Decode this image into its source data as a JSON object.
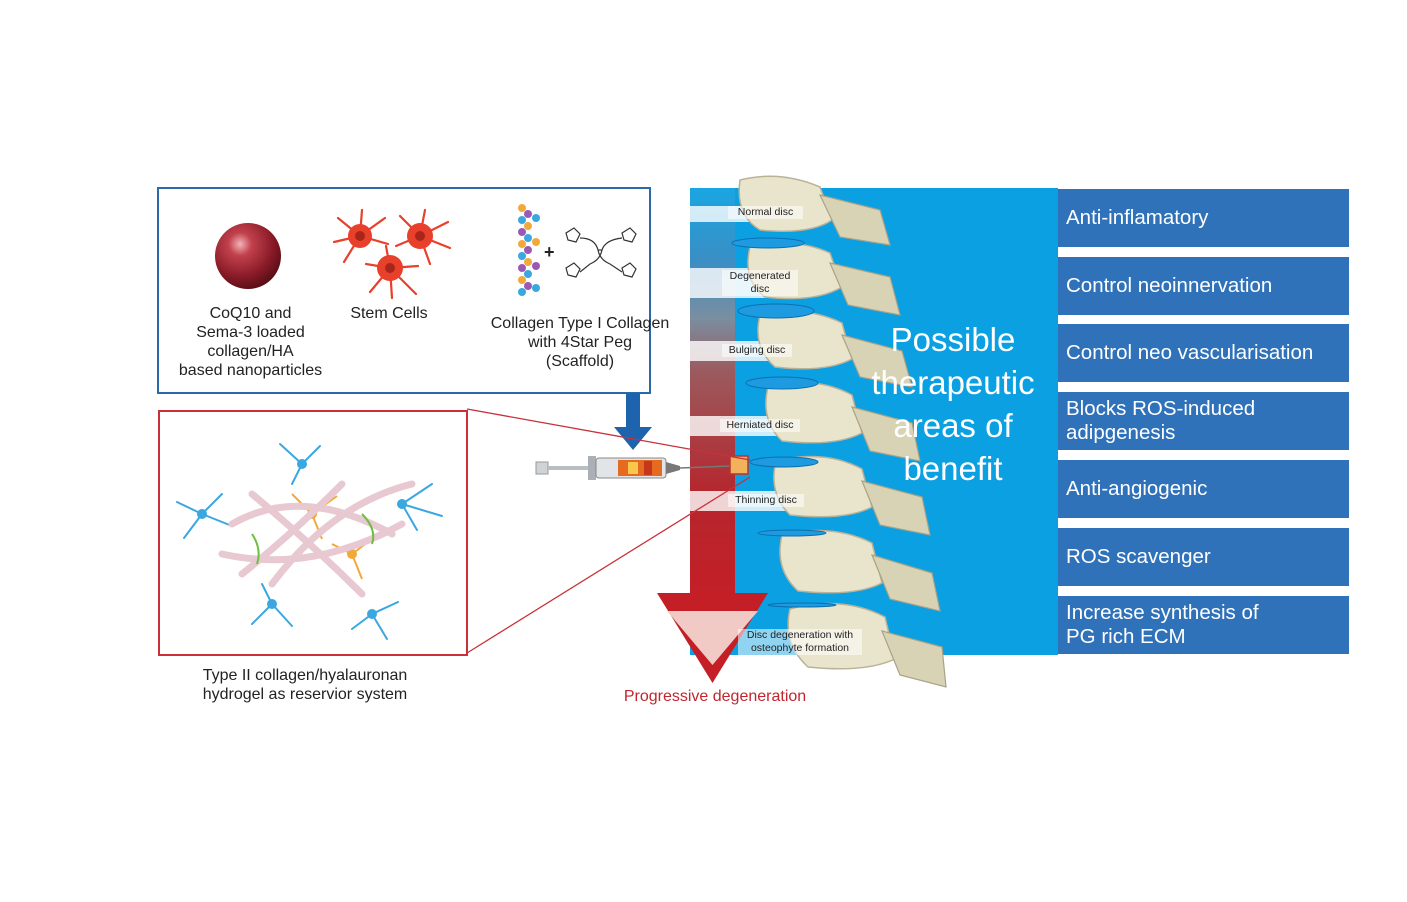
{
  "components": {
    "nanoparticles_caption": "CoQ10 and\nSema-3 loaded\ncollagen/HA\nbased nanoparticles",
    "stem_cells_caption": "Stem Cells",
    "scaffold_caption": "Collagen Type I Collagen\nwith 4Star Peg\n(Scaffold)",
    "plus_sign": "+"
  },
  "hydrogel": {
    "caption": "Type II collagen/hyalauronan\nhydrogel as reservior system"
  },
  "degeneration": {
    "stages": [
      "Normal disc",
      "Degenerated\ndisc",
      "Bulging disc",
      "Herniated disc",
      "Thinning disc",
      "Disc degeneration with\nosteophyte formation"
    ],
    "arrow_label": "Progressive degeneration"
  },
  "therapeutic": {
    "title": "Possible\ntherapeutic\nareas of\nbenefit",
    "benefits": [
      "Anti-inflamatory",
      "Control neoinnervation",
      "Control neo vascularisation",
      "Blocks ROS-induced\nadipgenesis",
      "Anti-angiogenic",
      "ROS scavenger",
      "Increase synthesis of\nPG rich ECM"
    ]
  },
  "colors": {
    "blue_panel": "#0aa0e2",
    "benefit_box": "#2f72b9",
    "components_border": "#2a6aa8",
    "hydrogel_border": "#c8313a",
    "progress_text": "#c0262d",
    "arrow_down": "#1d63ad"
  }
}
